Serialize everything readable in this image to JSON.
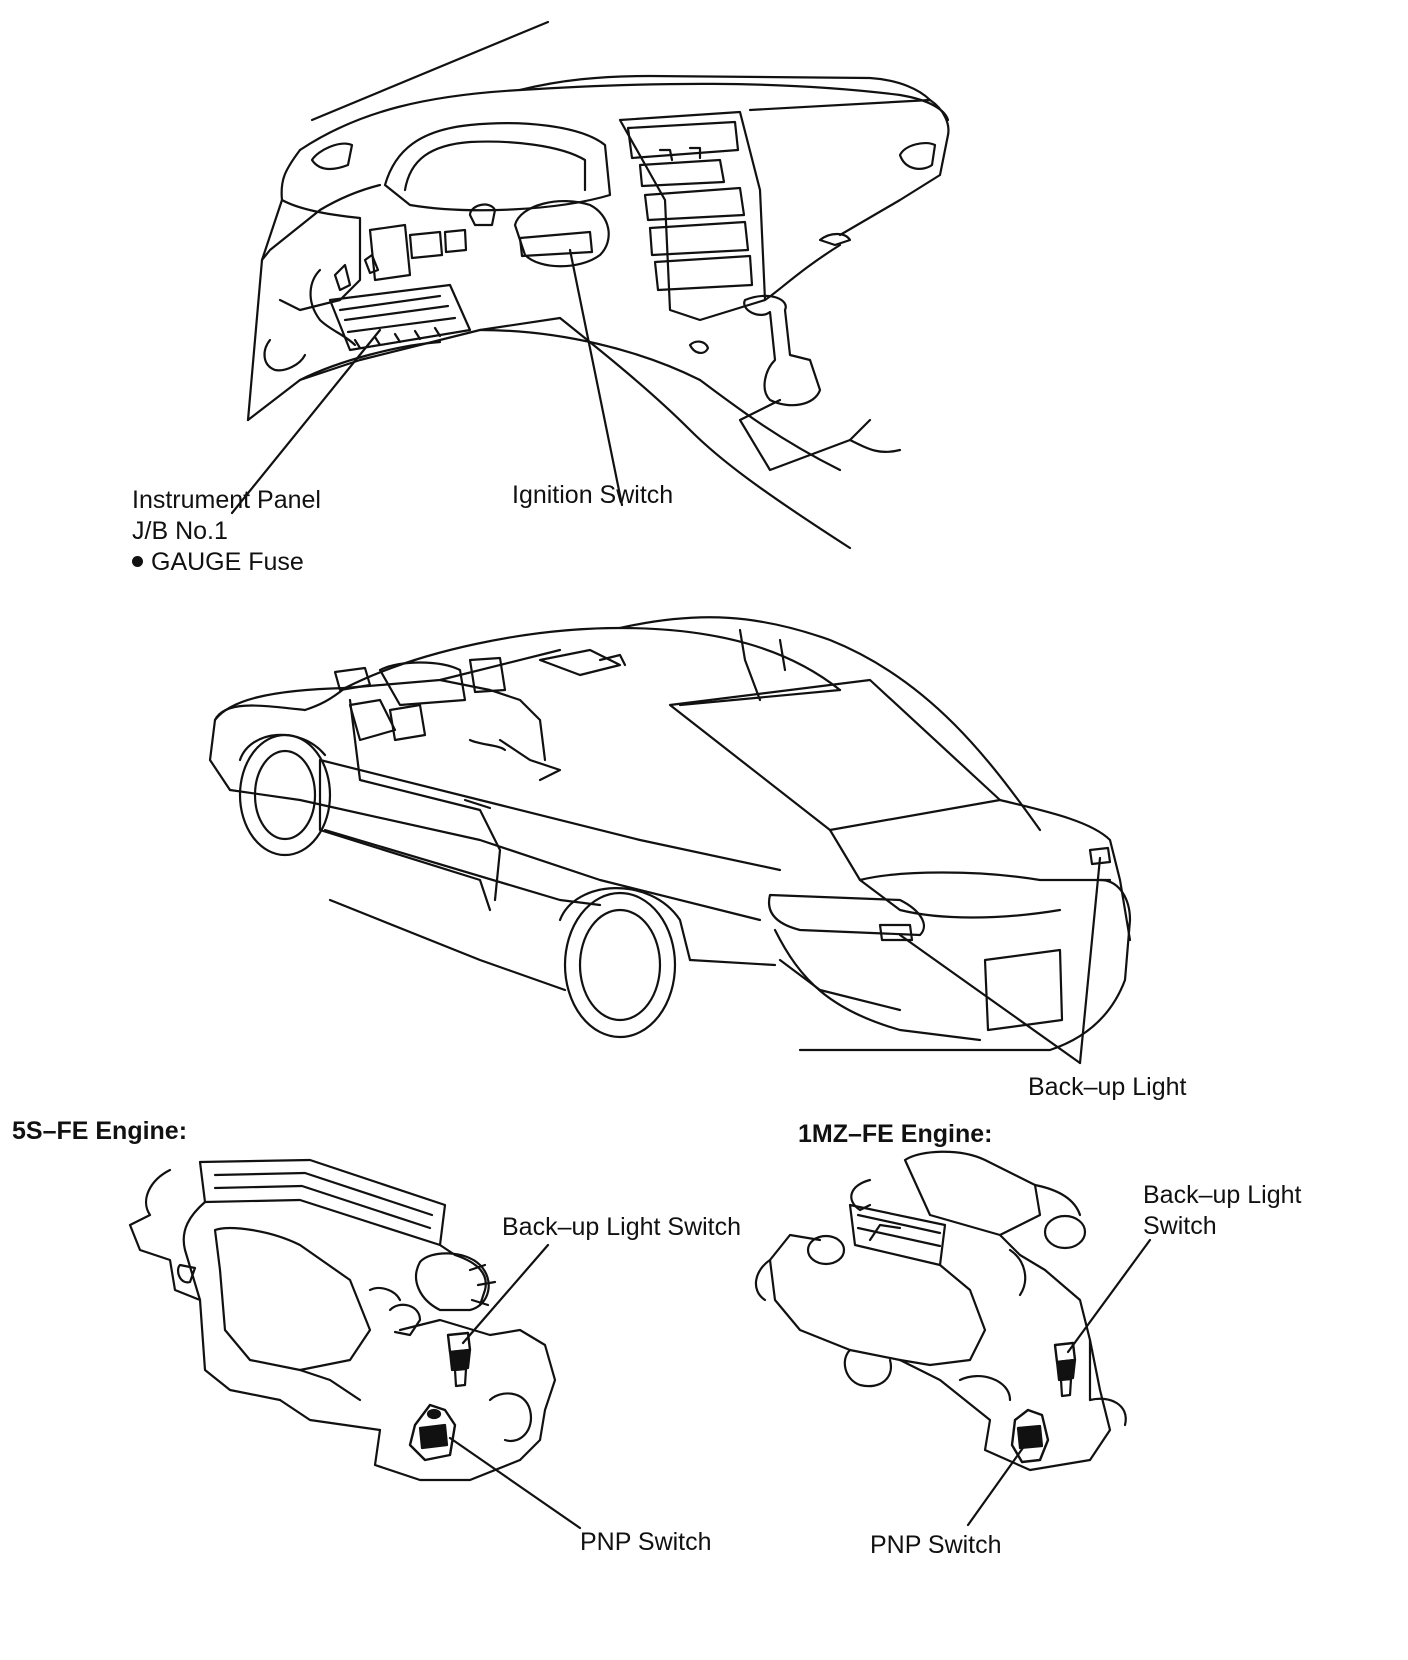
{
  "labels": {
    "instrument_panel_line1": "Instrument Panel",
    "instrument_panel_line2": "J/B No.1",
    "gauge_fuse": "GAUGE Fuse",
    "ignition_switch": "Ignition Switch",
    "backup_light": "Back–up Light",
    "engine_5s_header": "5S–FE Engine:",
    "engine_1mz_header": "1MZ–FE Engine:",
    "backup_switch_5s": "Back–up Light Switch",
    "backup_switch_1mz_line1": "Back–up Light",
    "backup_switch_1mz_line2": "Switch",
    "pnp_switch_5s": "PNP Switch",
    "pnp_switch_1mz": "PNP Switch"
  },
  "colors": {
    "ink": "#111111",
    "paper": "#ffffff"
  }
}
